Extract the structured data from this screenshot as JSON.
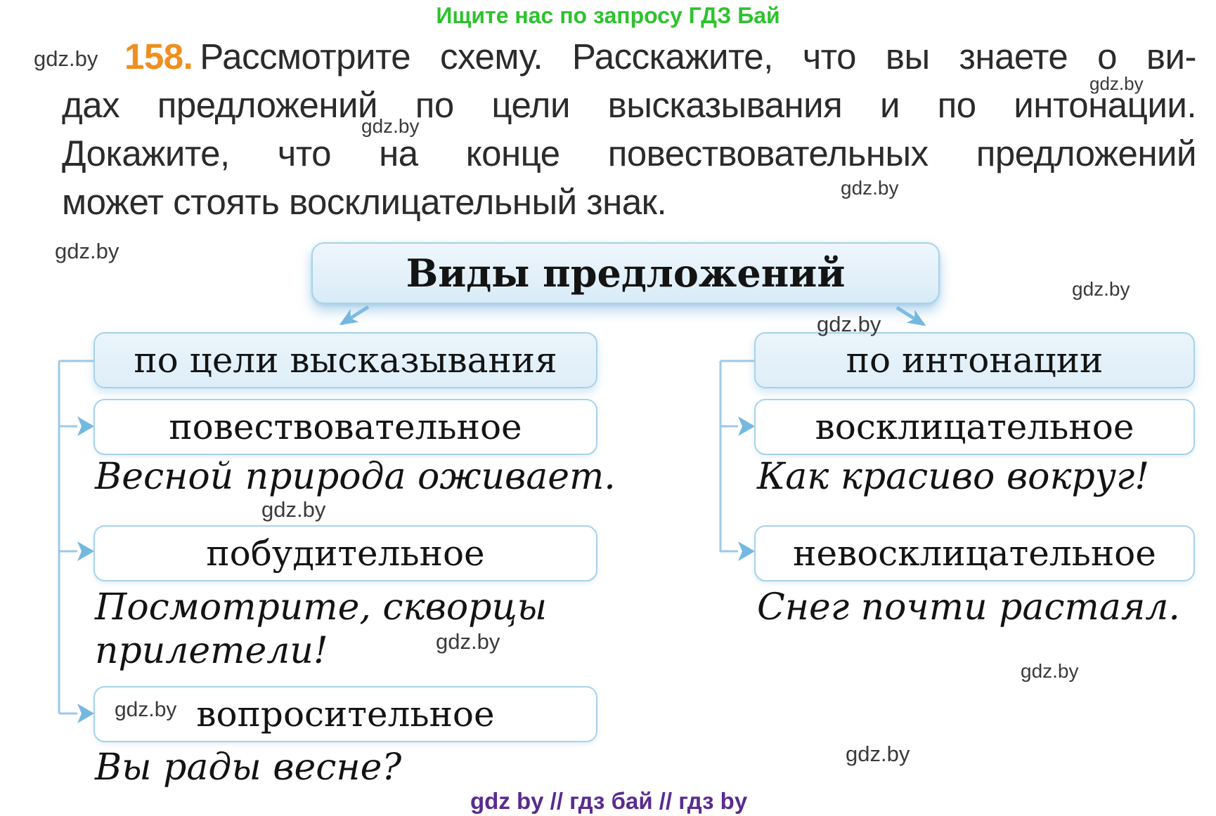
{
  "promo_banner": {
    "text": "Ищите нас по запросу ГДЗ Бай",
    "color": "#2dc32d"
  },
  "exercise": {
    "number": "158.",
    "number_color": "#ef8f1e",
    "lines": [
      "Рассмотрите схему. Расскажите, что вы знаете о ви-",
      "дах предложений по цели высказывания и по интонации.",
      "Докажите, что на конце повествовательных предложений",
      "может стоять восклицательный знак."
    ]
  },
  "diagram": {
    "title": "Виды предложений",
    "branches": [
      {
        "category": "по цели высказывания",
        "items": [
          {
            "label": "повествовательное",
            "example_lines": [
              "Весной природа оживает."
            ]
          },
          {
            "label": "побудительное",
            "example_lines": [
              "Посмотрите, скворцы",
              "прилетели!"
            ]
          },
          {
            "label": "вопросительное",
            "example_lines": [
              "Вы рады весне?"
            ]
          }
        ]
      },
      {
        "category": "по интонации",
        "items": [
          {
            "label": "восклицательное",
            "example_lines": [
              "Как красиво вокруг!"
            ]
          },
          {
            "label": "невосклицательное",
            "example_lines": [
              "Снег почти растаял."
            ]
          }
        ]
      }
    ],
    "accent_colors": {
      "box_border": "#a7d2ea",
      "box_fill_light": "#e3f1fa",
      "connector_line": "#9cc9e8",
      "arrowhead": "#74b8e0"
    }
  },
  "watermark": {
    "text": "gdz.by",
    "color": "#3a3a3a"
  },
  "footer": {
    "text": "gdz by  //  гдз бай  //  гдз by",
    "color": "#5a2b8f"
  }
}
